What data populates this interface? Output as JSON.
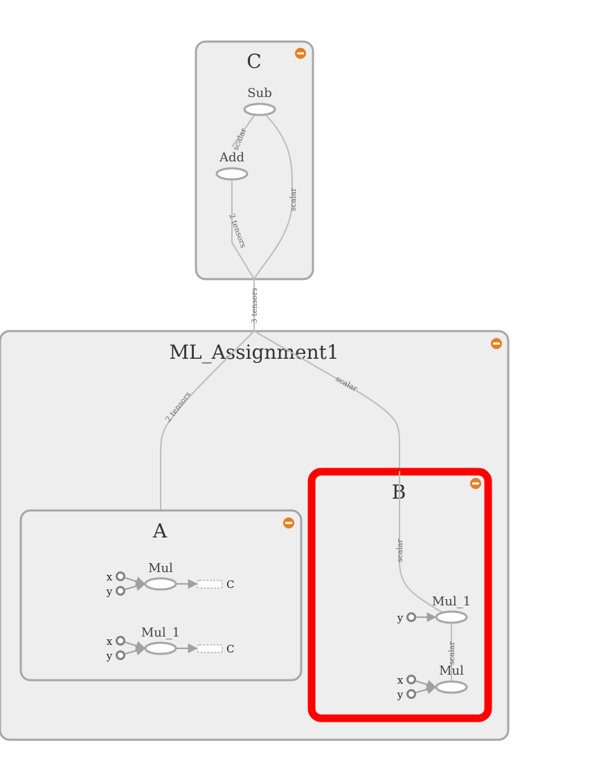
{
  "groups": {
    "c": {
      "title": "C"
    },
    "ml": {
      "title": "ML_Assignment1"
    },
    "a": {
      "title": "A"
    },
    "b": {
      "title": "B"
    }
  },
  "nodes": {
    "c_sub": "Sub",
    "c_add": "Add",
    "a_mul": "Mul",
    "a_mul1": "Mul_1",
    "b_mul1": "Mul_1",
    "b_mul": "Mul"
  },
  "ports": {
    "x": "x",
    "y": "y",
    "const": "C"
  },
  "edges": {
    "scalar": "scalar",
    "two_tensors": "2 tensors",
    "three_tensors": "3 tensors"
  },
  "colors": {
    "group_fill": "#eeeeee",
    "group_stroke": "#a6a6a6",
    "highlight": "#ff0000",
    "collapse_icon": "#e67e22"
  },
  "icons": {
    "collapse": "minus-circle-icon",
    "arrow": "arrowhead-icon"
  }
}
